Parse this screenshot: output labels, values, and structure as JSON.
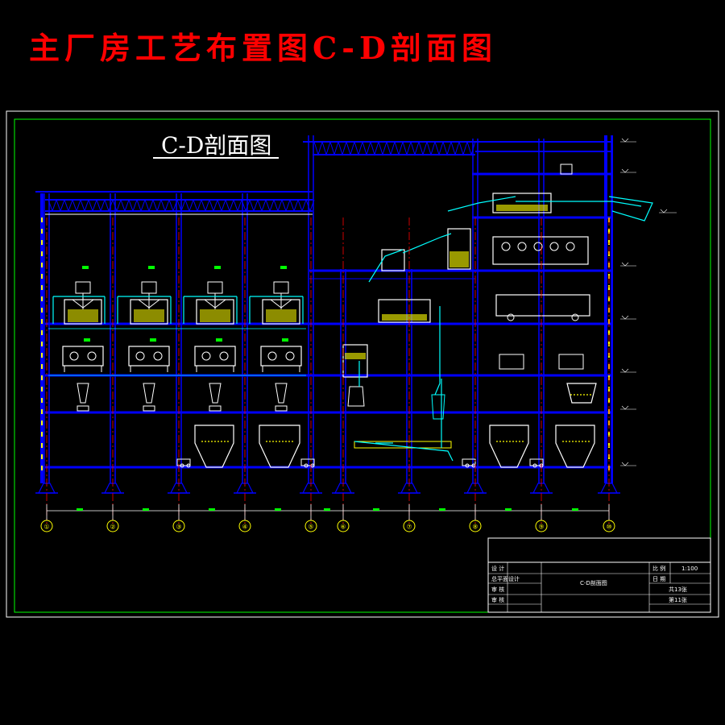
{
  "page_title": "主厂房工艺布置图C-D剖面图",
  "section_title": "C-D剖面图",
  "axis_labels": [
    "①",
    "②",
    "③",
    "④",
    "⑤",
    "⑥",
    "⑦",
    "⑧",
    "⑨",
    "⑩"
  ],
  "title_block": {
    "rows_left": [
      "设 计",
      "总平面设计",
      "审 核",
      "审 核"
    ],
    "drawing_name": "C-D剖面图",
    "scale_label": "比 例",
    "scale_value": "1:100",
    "date_label": "日 期",
    "sheet_total": "共13张",
    "sheet_no": "第11张"
  },
  "colors": {
    "title_red": "#ff0000",
    "structure_blue": "#0000ff",
    "frame_green": "#00ff00",
    "equipment_white": "#ffffff",
    "pipe_cyan": "#00ffff",
    "material_yellow": "#ffff00",
    "axis_red": "#ff0000"
  }
}
